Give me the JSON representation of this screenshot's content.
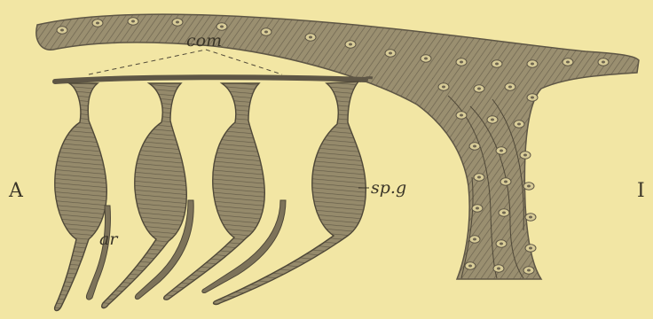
{
  "labels": {
    "panel_left": "A",
    "panel_right": "I",
    "commissure": "com",
    "spinal_ganglion": "sp.g",
    "root": "ar"
  },
  "colors": {
    "background": "#f2e6a4",
    "tissue": "#8f8467",
    "tissue_dark": "#5e5645",
    "ink": "#3a3528",
    "cell": "#d8cc98"
  }
}
